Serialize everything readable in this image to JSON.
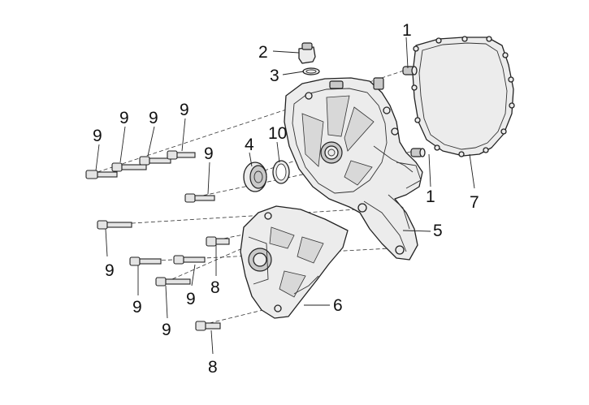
{
  "callouts": {
    "c1a": "1",
    "c1b": "1",
    "c2": "2",
    "c3": "3",
    "c4": "4",
    "c5": "5",
    "c6": "6",
    "c7": "7",
    "c8a": "8",
    "c8b": "8",
    "c9a": "9",
    "c9b": "9",
    "c9c": "9",
    "c9d": "9",
    "c9e": "9",
    "c9f": "9",
    "c9g": "9",
    "c9h": "9",
    "c9i": "9",
    "c10": "10"
  }
}
